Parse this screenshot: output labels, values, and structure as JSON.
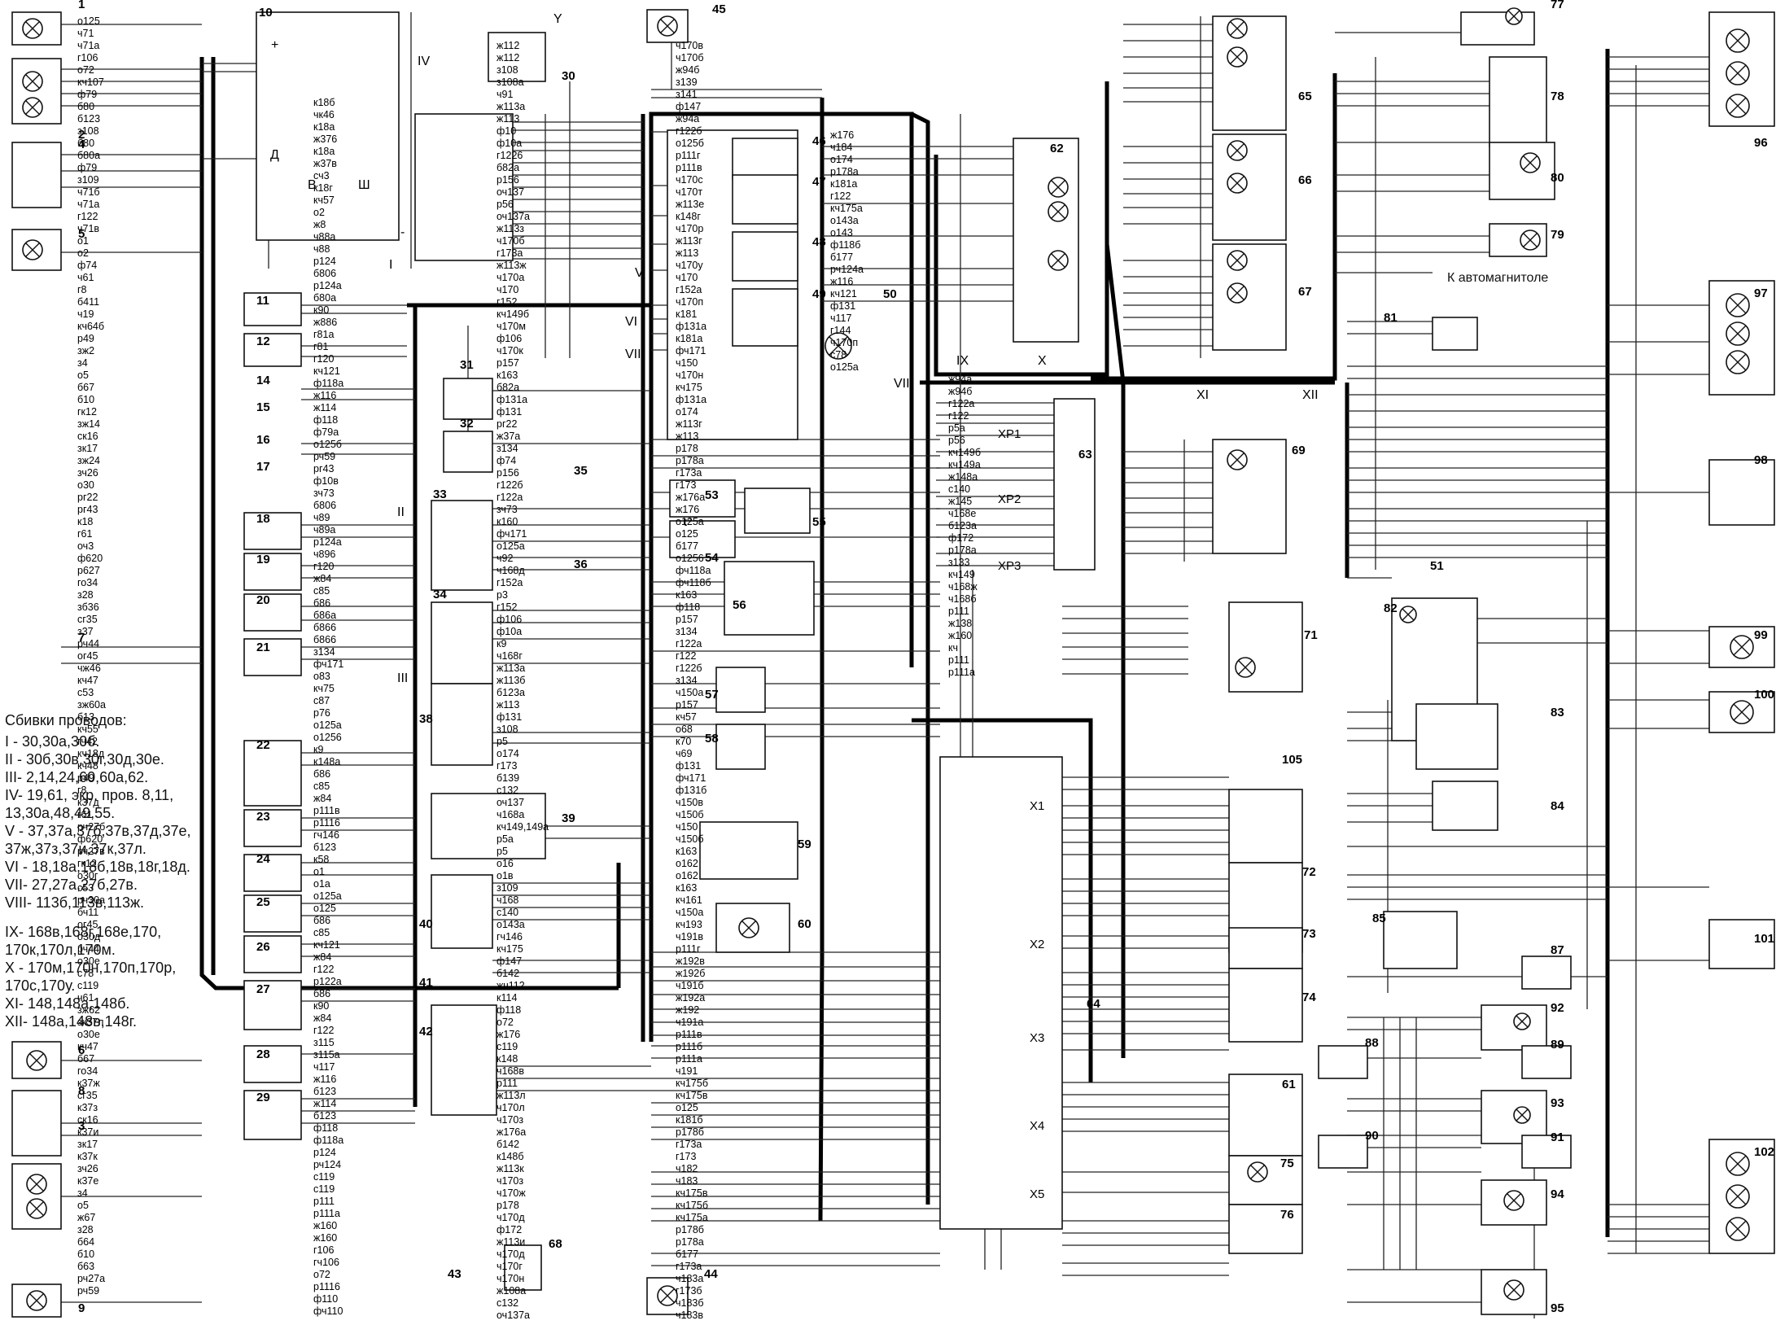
{
  "components": [
    {
      "id": "1",
      "label": "1"
    },
    {
      "id": "2",
      "label": "2"
    },
    {
      "id": "3",
      "label": "3"
    },
    {
      "id": "4",
      "label": "4"
    },
    {
      "id": "5",
      "label": "5"
    },
    {
      "id": "6",
      "label": "6"
    },
    {
      "id": "7",
      "label": "7"
    },
    {
      "id": "8",
      "label": "8"
    },
    {
      "id": "9",
      "label": "9"
    },
    {
      "id": "10",
      "label": "10"
    },
    {
      "id": "11",
      "label": "11"
    },
    {
      "id": "12",
      "label": "12"
    },
    {
      "id": "14",
      "label": "14"
    },
    {
      "id": "15",
      "label": "15"
    },
    {
      "id": "16",
      "label": "16"
    },
    {
      "id": "17",
      "label": "17"
    },
    {
      "id": "18",
      "label": "18"
    },
    {
      "id": "19",
      "label": "19"
    },
    {
      "id": "20",
      "label": "20"
    },
    {
      "id": "21",
      "label": "21"
    },
    {
      "id": "22",
      "label": "22"
    },
    {
      "id": "23",
      "label": "23"
    },
    {
      "id": "24",
      "label": "24"
    },
    {
      "id": "25",
      "label": "25"
    },
    {
      "id": "26",
      "label": "26"
    },
    {
      "id": "27",
      "label": "27"
    },
    {
      "id": "28",
      "label": "28"
    },
    {
      "id": "29",
      "label": "29"
    },
    {
      "id": "30",
      "label": "30"
    },
    {
      "id": "31",
      "label": "31"
    },
    {
      "id": "32",
      "label": "32"
    },
    {
      "id": "33",
      "label": "33"
    },
    {
      "id": "34",
      "label": "34"
    },
    {
      "id": "35",
      "label": "35"
    },
    {
      "id": "36",
      "label": "36"
    },
    {
      "id": "38",
      "label": "38"
    },
    {
      "id": "39",
      "label": "39"
    },
    {
      "id": "40",
      "label": "40"
    },
    {
      "id": "41",
      "label": "41"
    },
    {
      "id": "42",
      "label": "42"
    },
    {
      "id": "43",
      "label": "43"
    },
    {
      "id": "44",
      "label": "44"
    },
    {
      "id": "45",
      "label": "45"
    },
    {
      "id": "46",
      "label": "46"
    },
    {
      "id": "47",
      "label": "47"
    },
    {
      "id": "48",
      "label": "48"
    },
    {
      "id": "49",
      "label": "49"
    },
    {
      "id": "50",
      "label": "50"
    },
    {
      "id": "51",
      "label": "51"
    },
    {
      "id": "53",
      "label": "53"
    },
    {
      "id": "54",
      "label": "54"
    },
    {
      "id": "55",
      "label": "55"
    },
    {
      "id": "56",
      "label": "56"
    },
    {
      "id": "57",
      "label": "57"
    },
    {
      "id": "58",
      "label": "58"
    },
    {
      "id": "59",
      "label": "59"
    },
    {
      "id": "60",
      "label": "60"
    },
    {
      "id": "61",
      "label": "61"
    },
    {
      "id": "62",
      "label": "62"
    },
    {
      "id": "63",
      "label": "63"
    },
    {
      "id": "64",
      "label": "64"
    },
    {
      "id": "65",
      "label": "65"
    },
    {
      "id": "66",
      "label": "66"
    },
    {
      "id": "67",
      "label": "67"
    },
    {
      "id": "68",
      "label": "68"
    },
    {
      "id": "69",
      "label": "69"
    },
    {
      "id": "71",
      "label": "71"
    },
    {
      "id": "72",
      "label": "72"
    },
    {
      "id": "73",
      "label": "73"
    },
    {
      "id": "74",
      "label": "74"
    },
    {
      "id": "75",
      "label": "75"
    },
    {
      "id": "76",
      "label": "76"
    },
    {
      "id": "77",
      "label": "77"
    },
    {
      "id": "78",
      "label": "78"
    },
    {
      "id": "79",
      "label": "79"
    },
    {
      "id": "80",
      "label": "80"
    },
    {
      "id": "81",
      "label": "81"
    },
    {
      "id": "82",
      "label": "82"
    },
    {
      "id": "83",
      "label": "83"
    },
    {
      "id": "84",
      "label": "84"
    },
    {
      "id": "85",
      "label": "85"
    },
    {
      "id": "87",
      "label": "87"
    },
    {
      "id": "88",
      "label": "88"
    },
    {
      "id": "89",
      "label": "89"
    },
    {
      "id": "90",
      "label": "90"
    },
    {
      "id": "91",
      "label": "91"
    },
    {
      "id": "92",
      "label": "92"
    },
    {
      "id": "93",
      "label": "93"
    },
    {
      "id": "94",
      "label": "94"
    },
    {
      "id": "95",
      "label": "95"
    },
    {
      "id": "96",
      "label": "96"
    },
    {
      "id": "97",
      "label": "97"
    },
    {
      "id": "98",
      "label": "98"
    },
    {
      "id": "99",
      "label": "99"
    },
    {
      "id": "100",
      "label": "100"
    },
    {
      "id": "101",
      "label": "101"
    },
    {
      "id": "102",
      "label": "102"
    },
    {
      "id": "105",
      "label": "105"
    }
  ],
  "bundles": [
    "I",
    "II",
    "III",
    "IV",
    "V",
    "VI",
    "VII",
    "VIII",
    "IX",
    "X",
    "XI",
    "XII"
  ],
  "connectors": [
    "ХР1",
    "ХР2",
    "ХР3",
    "X1",
    "X2",
    "X3",
    "X4",
    "X5"
  ],
  "wires": [
    "о125",
    "ч71",
    "ч71а",
    "г106",
    "о72",
    "кч107",
    "ф79",
    "б80",
    "б123",
    "з108",
    "б80",
    "б80а",
    "ф79",
    "з109",
    "ч71б",
    "ч71а",
    "г122",
    "ч71в",
    "о1",
    "о2",
    "ф74",
    "ч61",
    "г8",
    "б411",
    "ч19",
    "кч64б",
    "р49",
    "зж2",
    "з4",
    "о5",
    "б67",
    "б10",
    "гк12",
    "зж14",
    "ск16",
    "зк17",
    "зж24",
    "зч26",
    "о30",
    "рг22",
    "рг43",
    "к18",
    "г61",
    "оч3",
    "ф620",
    "р627",
    "го34",
    "з28",
    "зб36",
    "сг35",
    "з37",
    "рч44",
    "ог45",
    "чж46",
    "кч47",
    "с53",
    "зж60а",
    "б13",
    "кч55",
    "гч42",
    "кч18д",
    "кч48",
    "р49",
    "г8",
    "к37д",
    "г61",
    "рч27б",
    "ф620",
    "рч27в",
    "гк12",
    "о30г",
    "с53",
    "рч30а",
    "бч11",
    "ог45",
    "о30д",
    "рч44",
    "о30е",
    "с78",
    "с119",
    "ч61",
    "зж62",
    "зк37л",
    "о30е",
    "кч47",
    "б67",
    "го34",
    "к37ж",
    "сг35",
    "к37з",
    "ск16",
    "к37и",
    "зк17",
    "к37к",
    "зч26",
    "к37е",
    "з4",
    "о5",
    "ж67",
    "з28",
    "б64",
    "б10",
    "б63",
    "рч27а",
    "рч59",
    "к18б",
    "чк46",
    "к18а",
    "ж376",
    "к18а",
    "ж37в",
    "сч3",
    "к18г",
    "кч57",
    "о2",
    "ж8",
    "ч88а",
    "ч88",
    "р124",
    "б806",
    "р124а",
    "б80а",
    "к90",
    "ж886",
    "г81а",
    "г81",
    "г120",
    "кч121",
    "ф118а",
    "ж116",
    "ж114",
    "ф118",
    "ф79а",
    "о125б",
    "рч59",
    "рг43",
    "ф10в",
    "зч73",
    "б806",
    "ч89",
    "ч89а",
    "р124а",
    "ч896",
    "г120",
    "ж84",
    "с85",
    "б86",
    "б86а",
    "б866",
    "б866",
    "з134",
    "фч171",
    "о83",
    "кч75",
    "с87",
    "р76",
    "о125а",
    "о1256",
    "к9",
    "к148а",
    "б86",
    "с85",
    "ж84",
    "р111в",
    "р1116",
    "гч146",
    "б123",
    "к58",
    "о1",
    "о1а",
    "о125а",
    "о125",
    "б86",
    "с85",
    "кч121",
    "ж84",
    "г122",
    "р122а",
    "б86",
    "к90",
    "ж84",
    "г122",
    "з115",
    "з115а",
    "ч117",
    "ж116",
    "б123",
    "ж114",
    "б123",
    "ф118",
    "ф118а",
    "р124",
    "рч124",
    "с119",
    "с119",
    "р111",
    "р111а",
    "ж160",
    "ж160",
    "г106",
    "гч106",
    "о72",
    "р1116",
    "ф110",
    "фч110",
    "ж112",
    "ж112",
    "з108",
    "з108а",
    "ч91",
    "ж113а",
    "ж113",
    "ф10",
    "ф10а",
    "г1226",
    "б82а",
    "р156",
    "оч137",
    "р56",
    "оч137а",
    "ж113з",
    "ч170б",
    "г173а",
    "ж113ж",
    "ч170а",
    "ч170",
    "г152",
    "кч149б",
    "ч170м",
    "ф106",
    "ч170к",
    "р157",
    "к163",
    "б82а",
    "ф131а",
    "ф131",
    "рг22",
    "ж37а",
    "з134",
    "ф74",
    "р156",
    "г122б",
    "г122а",
    "зч73",
    "к160",
    "фч171",
    "о125а",
    "ч92",
    "ч168д",
    "г152а",
    "р3",
    "г152",
    "ф106",
    "ф10а",
    "к9",
    "ч168г",
    "ж113а",
    "ж113б",
    "б123а",
    "ж113",
    "ф131",
    "з108",
    "р5",
    "о174",
    "г173",
    "б139",
    "с132",
    "оч137",
    "ч168а",
    "кч149,149а",
    "р5а",
    "р5",
    "о16",
    "о1в",
    "з109",
    "ч168",
    "с140",
    "о143а",
    "гч146",
    "кч175",
    "ф147",
    "б142",
    "жч112",
    "к114",
    "ф118",
    "о72",
    "ж176",
    "с119",
    "к148",
    "ч168в",
    "р111",
    "ж113л",
    "ч170л",
    "ч170з",
    "ж176а",
    "б142",
    "к148б",
    "ж113к",
    "ч170з",
    "ч170ж",
    "р178",
    "ч170д",
    "ф172",
    "ж113и",
    "ч170д",
    "ч170г",
    "ч170н",
    "ж108а",
    "с132",
    "оч137а",
    "ч170в",
    "ч170б",
    "ж94б",
    "з139",
    "з141",
    "ф147",
    "ж94а",
    "г122б",
    "о125б",
    "р111г",
    "р111в",
    "ч170с",
    "ч170т",
    "ж113е",
    "к148г",
    "ч170р",
    "ж113г",
    "ж113",
    "ч170у",
    "ч170",
    "г152а",
    "ч170п",
    "к181",
    "ф131а",
    "к181а",
    "фч171",
    "ч150",
    "ч170н",
    "кч175",
    "ф131а",
    "о174",
    "ж113г",
    "ж113",
    "р178",
    "р178а",
    "г173а",
    "г173",
    "ж176а",
    "ж176",
    "о125а",
    "о125",
    "б177",
    "о1256",
    "фч118а",
    "фч118б",
    "к163",
    "ф118",
    "р157",
    "з134",
    "г122а",
    "г122",
    "г122б",
    "з134",
    "ч150а",
    "р157",
    "кч57",
    "о68",
    "к70",
    "ч69",
    "ф131",
    "фч171",
    "ф131б",
    "ч150в",
    "ч150б",
    "ч150",
    "ч150б",
    "к163",
    "о162",
    "о162",
    "к163",
    "кч161",
    "ч150а",
    "кч193",
    "ч191в",
    "р111г",
    "ж192в",
    "ж192б",
    "ч191б",
    "ж192а",
    "ж192",
    "ч191а",
    "р111в",
    "р111б",
    "р111а",
    "ч191",
    "кч175б",
    "кч175в",
    "о125",
    "к181б",
    "р178б",
    "г173а",
    "г173",
    "ч182",
    "ч183",
    "кч175в",
    "кч175б",
    "кч175а",
    "р178б",
    "р178а",
    "б177",
    "г173а",
    "ч183а",
    "г173б",
    "ч183б",
    "ч183в",
    "ж176",
    "ч184",
    "о174",
    "р178а",
    "к181а",
    "г122",
    "кч175а",
    "о143а",
    "о143",
    "ф118б",
    "б177",
    "рч124а",
    "ж116",
    "кч121",
    "ф131",
    "ч117",
    "г144",
    "ч170п",
    "с78",
    "о125а",
    "ж94а",
    "ж94б",
    "г122а",
    "г122",
    "р5а",
    "р56",
    "кч149б",
    "кч149а",
    "ж148а",
    "с140",
    "ж145",
    "ч168е",
    "б123а",
    "ф172",
    "р178а",
    "з133",
    "кч149",
    "ч168ж",
    "ч168б",
    "р111",
    "ж138",
    "ж160",
    "кч",
    "р111",
    "р111а"
  ],
  "labels": {
    "y": "Y",
    "plus": "+",
    "minus": "-",
    "d": "Д",
    "b": "В",
    "sh": "Ш",
    "t": "t°",
    "auto": "К автомагнитоле"
  },
  "legend": {
    "title": "Сбивки проводов:",
    "rows": [
      "I - 30,30а,30б.",
      "II - 30б,30в,30г,30д,30е.",
      "III- 2,14,24,60,60а,62.",
      "IV- 19,61, экр. пров. 8,11,\n13,30а,48,49,55.",
      "V - 37,37а,37б,37в,37д,37е,\n37ж,37з,37и,37к,37л.",
      "VI - 18,18а,18б,18в,18г,18д.",
      "VII- 27,27а,27б,27в.",
      "VIII- 113б,113в,113ж.",
      "IX- 168в,168г,168е,170,\n170к,170л,170м.",
      "X - 170м,170н,170п,170р,\n170с,170у.",
      "XI- 148,148а,148б.",
      "XII- 148а,148в,148г."
    ]
  }
}
